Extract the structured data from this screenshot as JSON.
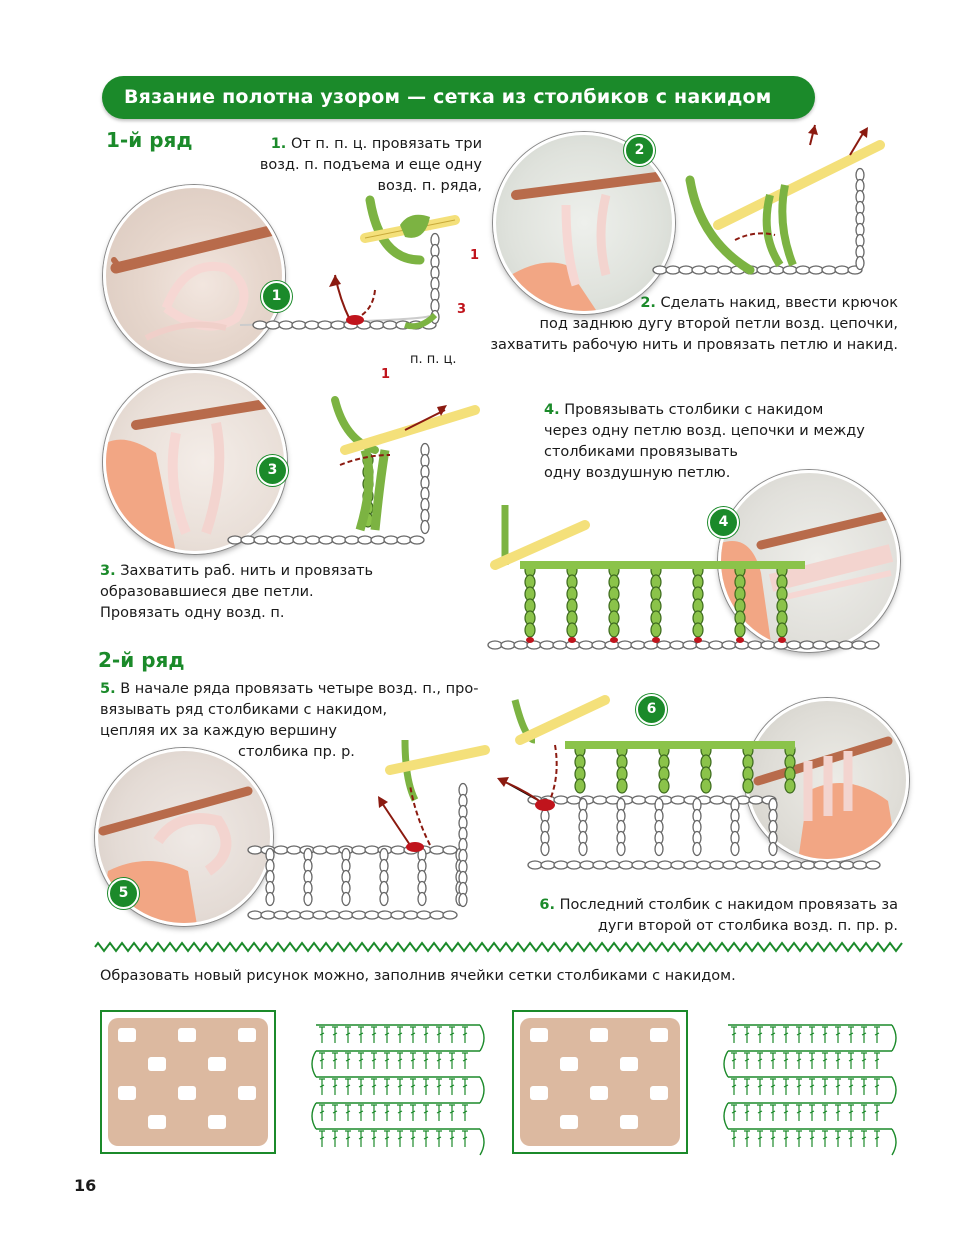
{
  "title": "Вязание полотна узором — сетка из столбиков с накидом",
  "row1": {
    "heading": "1-й ряд"
  },
  "row2": {
    "heading": "2-й ряд"
  },
  "steps": [
    {
      "num": "1.",
      "lines": [
        "От п. п. ц. провязать три",
        "возд. п. подъема и еще одну",
        "возд. п. ряда,"
      ]
    },
    {
      "num": "2.",
      "lines": [
        "Сделать накид, ввести крючок",
        "под заднюю дугу второй петли возд. цепочки,",
        "захватить рабочую нить и провязать петлю и накид."
      ]
    },
    {
      "num": "3.",
      "lines": [
        "Захватить раб. нить и провязать",
        "образовавшиеся две петли.",
        "Провязать одну возд. п."
      ]
    },
    {
      "num": "4.",
      "lines": [
        "Провязывать столбики с накидом",
        "через одну петлю возд. цепочки и между",
        "столбиками провязывать",
        "одну воздушную петлю."
      ]
    },
    {
      "num": "5.",
      "lines": [
        "В начале ряда провязать четыре возд. п., про-",
        "вязывать ряд столбиками с накидом,",
        "цепляя их за каждую вершину",
        "столбика пр. р."
      ]
    },
    {
      "num": "6.",
      "lines": [
        "Последний столбик с накидом провязать за",
        "дуги второй от столбика возд. п. пр. р."
      ]
    }
  ],
  "badges": [
    "1",
    "2",
    "3",
    "4",
    "5",
    "6"
  ],
  "diagram_labels": {
    "ppc": "п. п. ц.",
    "one_a": "1",
    "one_b": "1",
    "three": "3"
  },
  "footer_text": "Образовать новый рисунок можно, заполнив ячейки сетки столбиками с накидом.",
  "page_number": "16",
  "colors": {
    "green": "#1b8a2a",
    "red": "#c0141c",
    "yarn_green": "#7cb342",
    "hook_yellow": "#f4e07a",
    "sample_beige": "#dcb9a0"
  }
}
